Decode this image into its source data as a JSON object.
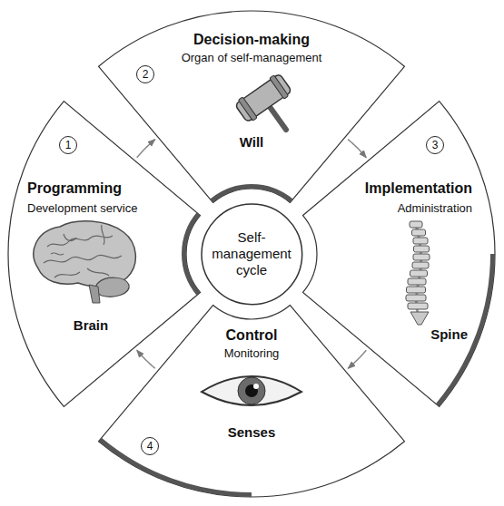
{
  "diagram": {
    "nodes": [
      {
        "text": [
          "Programming",
          "Development service",
          "Brain"
        ]
      },
      {
        "text": [
          "Decision-making",
          "Organ of self-management",
          "Will"
        ]
      },
      {
        "text": [
          "Implementation",
          "Administration",
          "Spine"
        ]
      },
      {
        "text": [
          "Control",
          "Monitoring",
          "Senses"
        ]
      },
      {
        "text": [
          "Self-management cycle"
        ]
      }
    ],
    "edges": [
      {
        "from": 0,
        "to": 1,
        "arrow": "to"
      },
      {
        "from": 1,
        "to": 2,
        "arrow": "to"
      },
      {
        "from": 2,
        "to": 3,
        "arrow": "to"
      },
      {
        "from": 3,
        "to": 0,
        "arrow": "to"
      }
    ],
    "labels": [
      "1",
      "2",
      "3",
      "4"
    ]
  }
}
